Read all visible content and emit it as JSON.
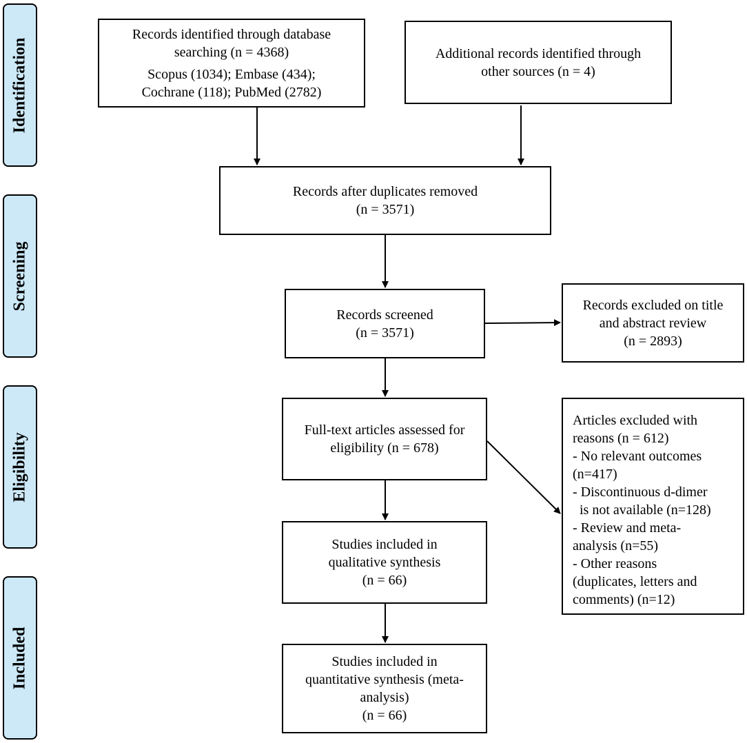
{
  "stages": [
    {
      "label": "Identification"
    },
    {
      "label": "Screening"
    },
    {
      "label": "Eligibility"
    },
    {
      "label": "Included"
    }
  ],
  "boxes": {
    "database_records": {
      "lines": [
        "Records identified through database",
        "searching (n = 4368)",
        "Scopus (1034); Embase (434);",
        "Cochrane (118); PubMed (2782)"
      ]
    },
    "additional_records": {
      "lines": [
        "Additional records identified through",
        "other sources (n = 4)"
      ]
    },
    "after_duplicates": {
      "lines": [
        "Records after duplicates removed",
        "(n = 3571)"
      ]
    },
    "screened": {
      "lines": [
        "Records screened",
        "(n = 3571)"
      ]
    },
    "excluded_title": {
      "lines": [
        "Records excluded on title",
        "and abstract review",
        "(n = 2893)"
      ]
    },
    "full_text": {
      "lines": [
        "Full-text articles assessed for",
        "eligibility (n = 678)"
      ]
    },
    "excluded_reasons": {
      "lines": [
        "Articles excluded with",
        "reasons (n = 612)",
        "- No relevant outcomes",
        "(n=417)",
        "- Discontinuous d-dimer",
        "  is not available (n=128)",
        "- Review and meta-",
        "analysis (n=55)",
        "- Other reasons",
        "(duplicates, letters and",
        "comments) (n=12)"
      ]
    },
    "qualitative": {
      "lines": [
        "Studies included in",
        "qualitative synthesis",
        "(n = 66)"
      ]
    },
    "quantitative": {
      "lines": [
        "Studies included in",
        "quantitative synthesis (meta-",
        "analysis)",
        "(n = 66)"
      ]
    }
  }
}
